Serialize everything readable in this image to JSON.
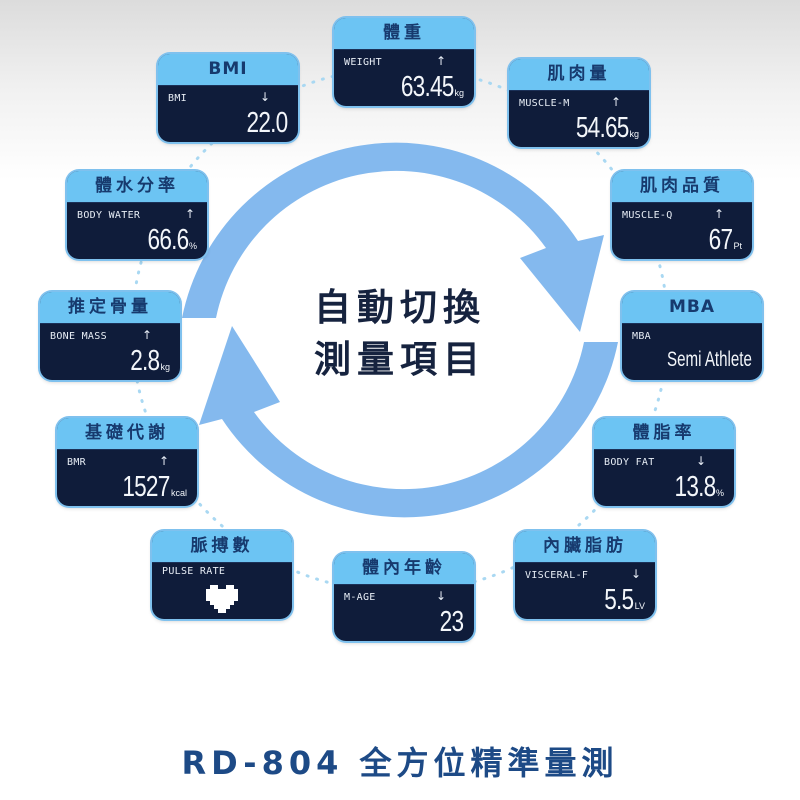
{
  "center_label": {
    "line1": "自動切換",
    "line2": "測量項目"
  },
  "footer_title": "RD-804 全方位精準量測",
  "colors": {
    "card_header": "#6cc4f3",
    "card_header_text": "#173a6e",
    "card_body": "#0f1c3a",
    "display_text": "#f3f6fa",
    "arrow": "#84b9ee",
    "footer_text": "#1d4a86",
    "dots": "#9fd3ef"
  },
  "cards": [
    {
      "id": "weight",
      "title": "體重",
      "label": "WEIGHT",
      "trend": "up",
      "arrow_glyph": "↑",
      "value": "63.45",
      "unit": "kg"
    },
    {
      "id": "muscle-mass",
      "title": "肌肉量",
      "label": "MUSCLE-M",
      "trend": "up",
      "arrow_glyph": "↑",
      "value": "54.65",
      "unit": "kg"
    },
    {
      "id": "muscle-quality",
      "title": "肌肉品質",
      "label": "MUSCLE-Q",
      "trend": "up",
      "arrow_glyph": "↑",
      "value": "67",
      "unit": "Pt"
    },
    {
      "id": "mba",
      "title": "MBA",
      "label": "MBA",
      "trend": "",
      "arrow_glyph": "",
      "value": "Semi Athlete",
      "unit": ""
    },
    {
      "id": "body-fat",
      "title": "體脂率",
      "label": "BODY FAT",
      "trend": "down",
      "arrow_glyph": "↓",
      "value": "13.8",
      "unit": "%"
    },
    {
      "id": "visceral-fat",
      "title": "內臟脂肪",
      "label": "VISCERAL-F",
      "trend": "down",
      "arrow_glyph": "↓",
      "value": "5.5",
      "unit": "LV"
    },
    {
      "id": "metabolic-age",
      "title": "體內年齡",
      "label": "M-AGE",
      "trend": "down",
      "arrow_glyph": "↓",
      "value": "23",
      "unit": ""
    },
    {
      "id": "pulse-rate",
      "title": "脈搏數",
      "label": "PULSE RATE",
      "trend": "",
      "arrow_glyph": "",
      "value": "",
      "unit": "",
      "icon": "heart-icon"
    },
    {
      "id": "bmr",
      "title": "基礎代謝",
      "label": "BMR",
      "trend": "up",
      "arrow_glyph": "↑",
      "value": "1527",
      "unit": "kcal"
    },
    {
      "id": "bone-mass",
      "title": "推定骨量",
      "label": "BONE MASS",
      "trend": "up",
      "arrow_glyph": "↑",
      "value": "2.8",
      "unit": "kg"
    },
    {
      "id": "body-water",
      "title": "體水分率",
      "label": "BODY WATER",
      "trend": "up",
      "arrow_glyph": "↑",
      "value": "66.6",
      "unit": "%"
    },
    {
      "id": "bmi",
      "title": "BMI",
      "label": "BMI",
      "trend": "down",
      "arrow_glyph": "↓",
      "value": "22.0",
      "unit": ""
    }
  ]
}
